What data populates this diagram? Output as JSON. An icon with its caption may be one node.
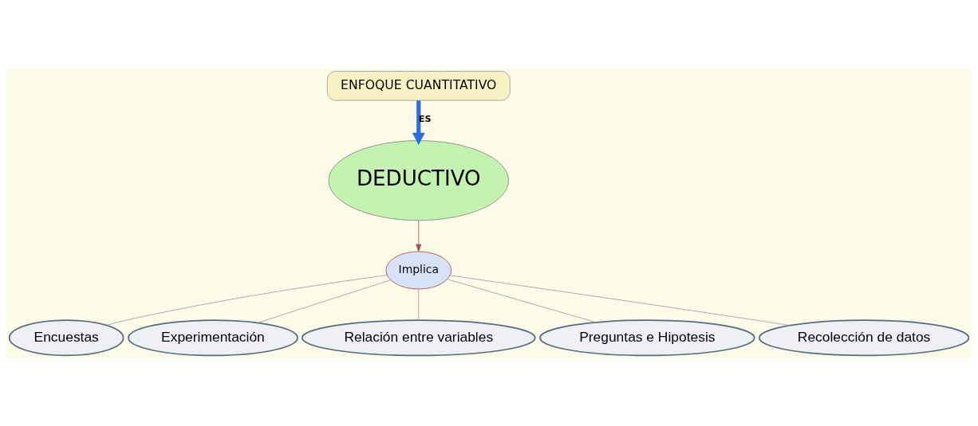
{
  "diagram": {
    "nodes": [
      {
        "text": [
          "ENFOQUE CUANTITATIVO"
        ]
      },
      {
        "text": [
          "DEDUCTIVO"
        ]
      },
      {
        "text": [
          "Implica"
        ]
      },
      {
        "text": [
          "Encuestas"
        ]
      },
      {
        "text": [
          "Experimentación"
        ]
      },
      {
        "text": [
          "Relación entre variables"
        ]
      },
      {
        "text": [
          "Preguntas e Hipotesis"
        ]
      },
      {
        "text": [
          "Recolección de datos"
        ]
      }
    ],
    "edges": [
      {
        "from": 0,
        "to": 1,
        "arrow": "to",
        "label": "ES",
        "style": "thick",
        "color": "#2a6fdb"
      },
      {
        "from": 1,
        "to": 2,
        "arrow": "to",
        "color": "#a85050"
      },
      {
        "from": 2,
        "to": 3,
        "arrow": "none"
      },
      {
        "from": 2,
        "to": 4,
        "arrow": "none"
      },
      {
        "from": 2,
        "to": 5,
        "arrow": "none"
      },
      {
        "from": 2,
        "to": 6,
        "arrow": "none"
      },
      {
        "from": 2,
        "to": 7,
        "arrow": "none"
      }
    ]
  }
}
